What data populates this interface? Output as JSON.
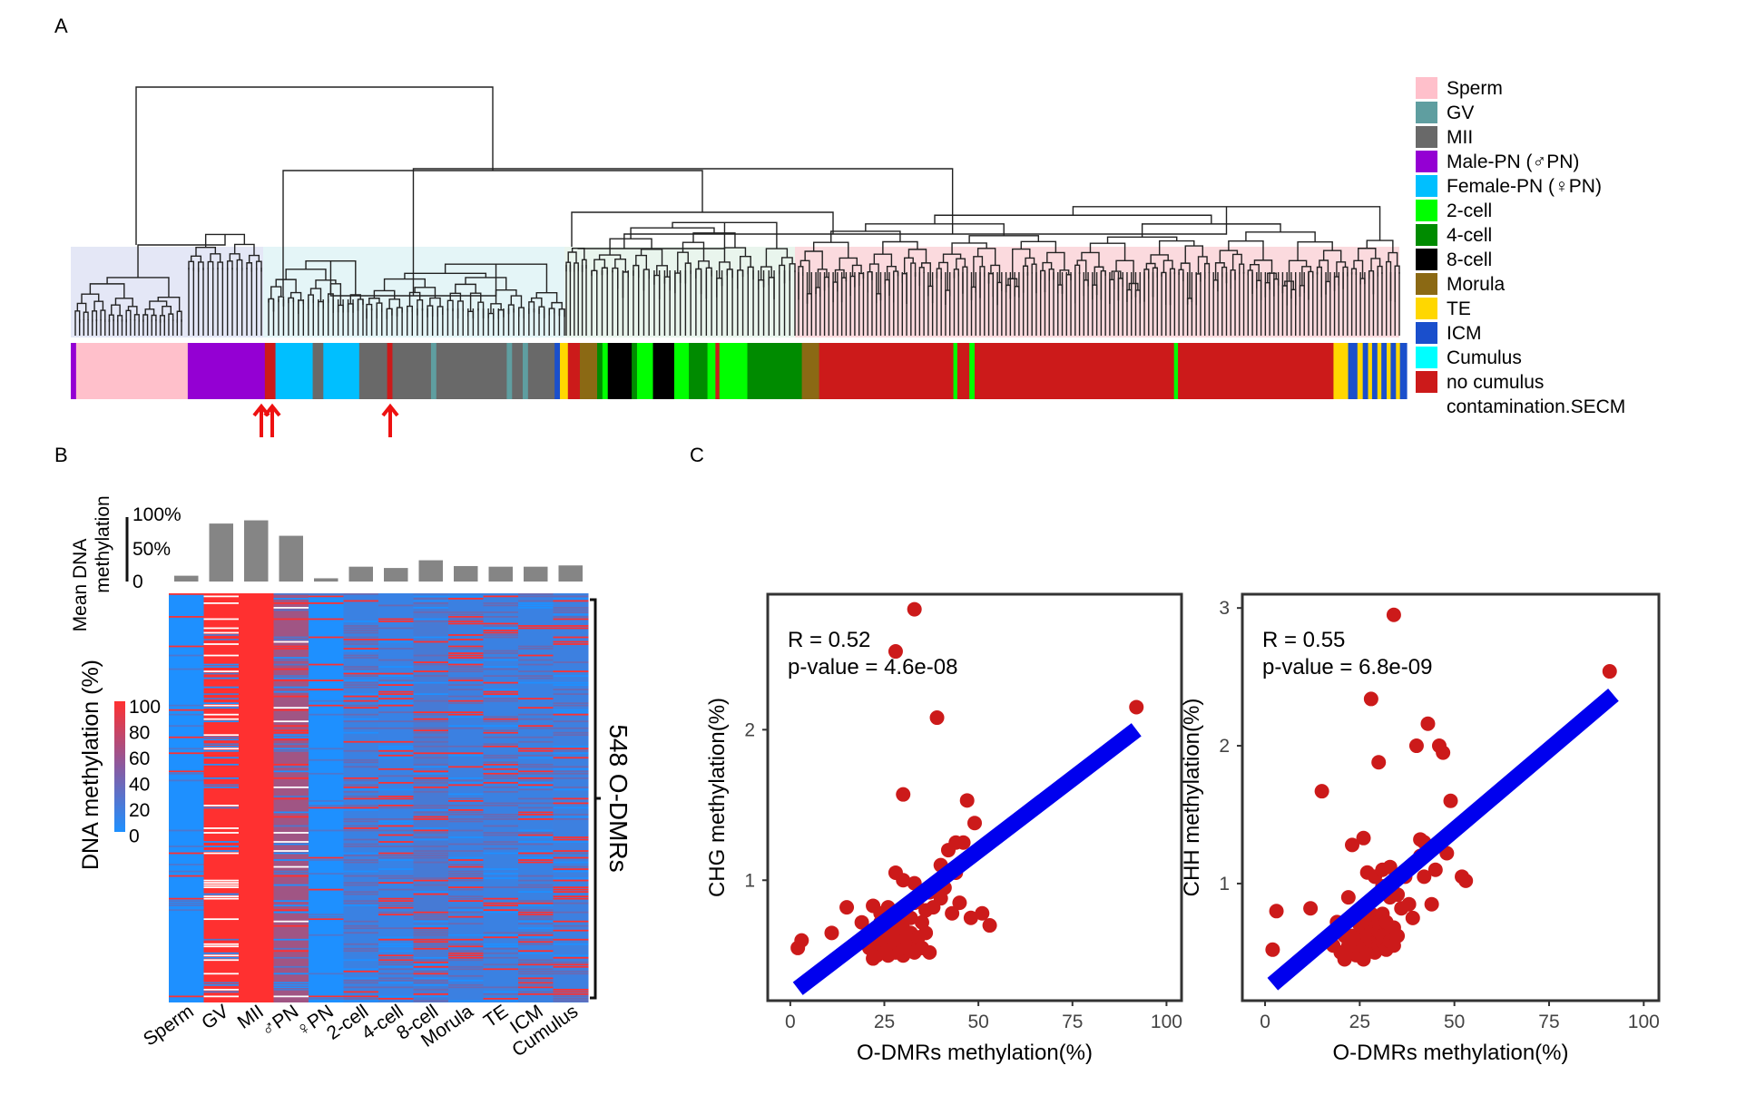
{
  "panel_labels": {
    "a": "A",
    "b": "B",
    "c": "C"
  },
  "panelA": {
    "legend": [
      {
        "label": "Sperm",
        "color": "#FFC0CB"
      },
      {
        "label": "GV",
        "color": "#5F9EA0"
      },
      {
        "label": "MII",
        "color": "#696969"
      },
      {
        "label": "Male-PN (♂PN)",
        "color": "#9400D3"
      },
      {
        "label": "Female-PN (♀PN)",
        "color": "#00BFFF"
      },
      {
        "label": "2-cell",
        "color": "#00FF00"
      },
      {
        "label": "4-cell",
        "color": "#008B00"
      },
      {
        "label": "8-cell",
        "color": "#000000"
      },
      {
        "label": "Morula",
        "color": "#8B6914"
      },
      {
        "label": "TE",
        "color": "#FFD700"
      },
      {
        "label": "ICM",
        "color": "#1A4FCC"
      },
      {
        "label": "Cumulus",
        "color": "#00FFFF"
      },
      {
        "label": "no cumulus\ncontamination.SECM",
        "color": "#CC1A1A"
      }
    ],
    "cluster_tints": [
      "#dfe3f4",
      "#dff3f6",
      "#e5f3ea",
      "#fad4d8"
    ],
    "annotation_bar": [
      {
        "color": "#9400D3",
        "w": 0.4
      },
      {
        "color": "#FFC0CB",
        "w": 8.4
      },
      {
        "color": "#9400D3",
        "w": 5.8
      },
      {
        "color": "#CC1A1A",
        "w": 0.8
      },
      {
        "color": "#00BFFF",
        "w": 2.8
      },
      {
        "color": "#696969",
        "w": 0.8
      },
      {
        "color": "#00BFFF",
        "w": 2.7
      },
      {
        "color": "#696969",
        "w": 2.1
      },
      {
        "color": "#CC1A1A",
        "w": 0.4
      },
      {
        "color": "#696969",
        "w": 2.9
      },
      {
        "color": "#5F9EA0",
        "w": 0.4
      },
      {
        "color": "#696969",
        "w": 5.3
      },
      {
        "color": "#5F9EA0",
        "w": 0.4
      },
      {
        "color": "#696969",
        "w": 0.8
      },
      {
        "color": "#5F9EA0",
        "w": 0.4
      },
      {
        "color": "#696969",
        "w": 2.0
      },
      {
        "color": "#1A4FCC",
        "w": 0.4
      },
      {
        "color": "#FFD700",
        "w": 0.6
      },
      {
        "color": "#CC1A1A",
        "w": 0.9
      },
      {
        "color": "#8B6914",
        "w": 1.3
      },
      {
        "color": "#008B00",
        "w": 0.4
      },
      {
        "color": "#00FF00",
        "w": 0.4
      },
      {
        "color": "#000000",
        "w": 1.8
      },
      {
        "color": "#008B00",
        "w": 0.4
      },
      {
        "color": "#00FF00",
        "w": 1.2
      },
      {
        "color": "#000000",
        "w": 1.6
      },
      {
        "color": "#00FF00",
        "w": 1.1
      },
      {
        "color": "#008B00",
        "w": 1.4
      },
      {
        "color": "#00FF00",
        "w": 0.6
      },
      {
        "color": "#CC1A1A",
        "w": 0.3
      },
      {
        "color": "#00FF00",
        "w": 2.1
      },
      {
        "color": "#008B00",
        "w": 4.1
      },
      {
        "color": "#8B6914",
        "w": 1.3
      },
      {
        "color": "#CC1A1A",
        "w": 10.1
      },
      {
        "color": "#00FF00",
        "w": 0.3
      },
      {
        "color": "#CC1A1A",
        "w": 0.9
      },
      {
        "color": "#00FF00",
        "w": 0.4
      },
      {
        "color": "#CC1A1A",
        "w": 15.0
      },
      {
        "color": "#00FF00",
        "w": 0.3
      },
      {
        "color": "#CC1A1A",
        "w": 11.7
      },
      {
        "color": "#FFD700",
        "w": 1.1
      },
      {
        "color": "#1A4FCC",
        "w": 0.7
      },
      {
        "color": "#FFD700",
        "w": 0.4
      },
      {
        "color": "#1A4FCC",
        "w": 0.4
      },
      {
        "color": "#FFD700",
        "w": 0.3
      },
      {
        "color": "#1A4FCC",
        "w": 0.4
      },
      {
        "color": "#FFD700",
        "w": 0.3
      },
      {
        "color": "#1A4FCC",
        "w": 0.4
      },
      {
        "color": "#FFD700",
        "w": 0.3
      },
      {
        "color": "#1A4FCC",
        "w": 0.4
      },
      {
        "color": "#FFD700",
        "w": 0.3
      },
      {
        "color": "#1A4FCC",
        "w": 0.5
      }
    ]
  },
  "panelB": {
    "bar_ylabel": [
      "Mean DNA",
      "methylation"
    ],
    "bar_ticks": [
      "100%",
      "50%",
      "0"
    ],
    "heat_ylabel": "DNA methylation (%)",
    "colorbar_ticks": [
      "100",
      "80",
      "60",
      "40",
      "20",
      "0"
    ],
    "bracket_label": "548 O-DMRs",
    "colors": {
      "low": "#1E90FF",
      "mid": "#5b6fc0",
      "high": "#FF3030"
    }
  },
  "panelC": {
    "point_color": "#CC1A1A",
    "line_color": "#0000EE"
  },
  "chart_data": [
    {
      "type": "bar",
      "title": "",
      "ylabel": "Mean DNA methylation",
      "categories": [
        "Sperm",
        "GV",
        "MII",
        "♂PN",
        "♀PN",
        "2-cell",
        "4-cell",
        "8-cell",
        "Morula",
        "TE",
        "ICM",
        "Cumulus"
      ],
      "values": [
        9,
        90,
        95,
        71,
        5,
        23,
        21,
        33,
        24,
        23,
        23,
        25
      ],
      "ylim": [
        0,
        100
      ]
    },
    {
      "type": "heatmap",
      "title": "",
      "xlabel": "",
      "ylabel": "DNA methylation (%)",
      "columns": [
        "Sperm",
        "GV",
        "MII",
        "♂PN",
        "♀PN",
        "2-cell",
        "4-cell",
        "8-cell",
        "Morula",
        "TE",
        "ICM",
        "Cumulus"
      ],
      "rows": 548,
      "column_mean_methylation": [
        9,
        90,
        95,
        71,
        5,
        23,
        21,
        33,
        24,
        23,
        23,
        25
      ],
      "color_scale": [
        0,
        100
      ]
    },
    {
      "type": "scatter",
      "xlabel": "O-DMRs methylation(%)",
      "ylabel": "CHG methylation(%)",
      "annotation": [
        "R = 0.52",
        "p-value = 4.6e-08"
      ],
      "xlim": [
        -6,
        104
      ],
      "ylim": [
        0.2,
        2.9
      ],
      "xticks": [
        0,
        25,
        50,
        75,
        100
      ],
      "yticks": [
        1,
        2
      ],
      "regression": [
        [
          2,
          0.28
        ],
        [
          92,
          2.0
        ]
      ],
      "points": [
        [
          2,
          0.55
        ],
        [
          3,
          0.6
        ],
        [
          11,
          0.65
        ],
        [
          15,
          0.82
        ],
        [
          18,
          0.58
        ],
        [
          19,
          0.72
        ],
        [
          20,
          0.6
        ],
        [
          21,
          0.55
        ],
        [
          22,
          0.48
        ],
        [
          22,
          0.65
        ],
        [
          22,
          0.83
        ],
        [
          23,
          0.5
        ],
        [
          23,
          0.62
        ],
        [
          24,
          0.58
        ],
        [
          24,
          0.72
        ],
        [
          24,
          0.78
        ],
        [
          25,
          0.52
        ],
        [
          25,
          0.6
        ],
        [
          25,
          0.68
        ],
        [
          26,
          0.5
        ],
        [
          26,
          0.58
        ],
        [
          26,
          0.65
        ],
        [
          26,
          0.82
        ],
        [
          27,
          0.55
        ],
        [
          27,
          0.62
        ],
        [
          27,
          0.7
        ],
        [
          27,
          0.75
        ],
        [
          28,
          0.52
        ],
        [
          28,
          0.58
        ],
        [
          28,
          0.62
        ],
        [
          28,
          0.68
        ],
        [
          28,
          1.05
        ],
        [
          28,
          2.52
        ],
        [
          29,
          0.55
        ],
        [
          29,
          0.6
        ],
        [
          29,
          0.72
        ],
        [
          29,
          0.78
        ],
        [
          30,
          0.5
        ],
        [
          30,
          0.55
        ],
        [
          30,
          0.62
        ],
        [
          30,
          0.68
        ],
        [
          30,
          1.0
        ],
        [
          30,
          1.57
        ],
        [
          31,
          0.55
        ],
        [
          31,
          0.6
        ],
        [
          31,
          0.65
        ],
        [
          32,
          0.58
        ],
        [
          32,
          0.65
        ],
        [
          32,
          0.75
        ],
        [
          33,
          0.52
        ],
        [
          33,
          0.85
        ],
        [
          33,
          0.98
        ],
        [
          33,
          2.8
        ],
        [
          34,
          0.62
        ],
        [
          34,
          0.88
        ],
        [
          35,
          0.55
        ],
        [
          35,
          0.72
        ],
        [
          36,
          0.65
        ],
        [
          36,
          0.8
        ],
        [
          37,
          0.52
        ],
        [
          37,
          0.92
        ],
        [
          38,
          0.82
        ],
        [
          39,
          2.08
        ],
        [
          40,
          0.88
        ],
        [
          40,
          1.1
        ],
        [
          41,
          0.95
        ],
        [
          42,
          1.2
        ],
        [
          43,
          0.78
        ],
        [
          44,
          1.05
        ],
        [
          44,
          1.25
        ],
        [
          45,
          0.85
        ],
        [
          46,
          1.25
        ],
        [
          47,
          1.53
        ],
        [
          48,
          0.75
        ],
        [
          49,
          1.38
        ],
        [
          51,
          0.78
        ],
        [
          53,
          0.7
        ],
        [
          92,
          2.15
        ]
      ]
    },
    {
      "type": "scatter",
      "xlabel": "O-DMRs methylation(%)",
      "ylabel": "CHH methylation(%)",
      "annotation": [
        "R = 0.55",
        "p-value = 6.8e-09"
      ],
      "xlim": [
        -6,
        104
      ],
      "ylim": [
        0.15,
        3.1
      ],
      "xticks": [
        0,
        25,
        50,
        75,
        100
      ],
      "yticks": [
        1,
        2,
        3
      ],
      "regression": [
        [
          2,
          0.27
        ],
        [
          92,
          2.37
        ]
      ],
      "points": [
        [
          2,
          0.52
        ],
        [
          3,
          0.8
        ],
        [
          12,
          0.82
        ],
        [
          15,
          1.67
        ],
        [
          18,
          0.55
        ],
        [
          19,
          0.72
        ],
        [
          20,
          0.5
        ],
        [
          21,
          0.45
        ],
        [
          21,
          0.62
        ],
        [
          22,
          0.5
        ],
        [
          22,
          0.55
        ],
        [
          22,
          0.9
        ],
        [
          23,
          0.58
        ],
        [
          23,
          0.62
        ],
        [
          23,
          1.28
        ],
        [
          24,
          0.48
        ],
        [
          24,
          0.55
        ],
        [
          24,
          0.62
        ],
        [
          24,
          0.78
        ],
        [
          25,
          0.5
        ],
        [
          25,
          0.62
        ],
        [
          25,
          0.7
        ],
        [
          25,
          0.8
        ],
        [
          26,
          0.45
        ],
        [
          26,
          0.55
        ],
        [
          26,
          0.6
        ],
        [
          26,
          0.68
        ],
        [
          26,
          1.33
        ],
        [
          27,
          0.5
        ],
        [
          27,
          0.58
        ],
        [
          27,
          0.62
        ],
        [
          27,
          0.72
        ],
        [
          27,
          0.82
        ],
        [
          27,
          1.08
        ],
        [
          28,
          0.52
        ],
        [
          28,
          0.58
        ],
        [
          28,
          0.65
        ],
        [
          28,
          0.78
        ],
        [
          28,
          0.88
        ],
        [
          28,
          2.34
        ],
        [
          29,
          0.5
        ],
        [
          29,
          0.55
        ],
        [
          29,
          0.6
        ],
        [
          29,
          0.68
        ],
        [
          29,
          1.05
        ],
        [
          30,
          0.55
        ],
        [
          30,
          0.6
        ],
        [
          30,
          0.65
        ],
        [
          30,
          0.72
        ],
        [
          30,
          1.88
        ],
        [
          31,
          0.58
        ],
        [
          31,
          0.62
        ],
        [
          31,
          0.78
        ],
        [
          31,
          0.98
        ],
        [
          31,
          1.1
        ],
        [
          32,
          0.52
        ],
        [
          32,
          0.62
        ],
        [
          32,
          0.72
        ],
        [
          33,
          0.58
        ],
        [
          33,
          0.9
        ],
        [
          33,
          1.12
        ],
        [
          34,
          0.55
        ],
        [
          34,
          0.68
        ],
        [
          34,
          2.95
        ],
        [
          35,
          0.62
        ],
        [
          35,
          0.92
        ],
        [
          36,
          0.82
        ],
        [
          37,
          1.05
        ],
        [
          38,
          0.85
        ],
        [
          39,
          0.75
        ],
        [
          40,
          2.0
        ],
        [
          41,
          1.2
        ],
        [
          41,
          1.32
        ],
        [
          42,
          1.3
        ],
        [
          42,
          1.05
        ],
        [
          43,
          2.16
        ],
        [
          44,
          0.85
        ],
        [
          45,
          1.1
        ],
        [
          46,
          2.0
        ],
        [
          46,
          1.3
        ],
        [
          47,
          1.95
        ],
        [
          48,
          1.22
        ],
        [
          49,
          1.6
        ],
        [
          52,
          1.05
        ],
        [
          53,
          1.02
        ],
        [
          91,
          2.54
        ]
      ]
    }
  ]
}
